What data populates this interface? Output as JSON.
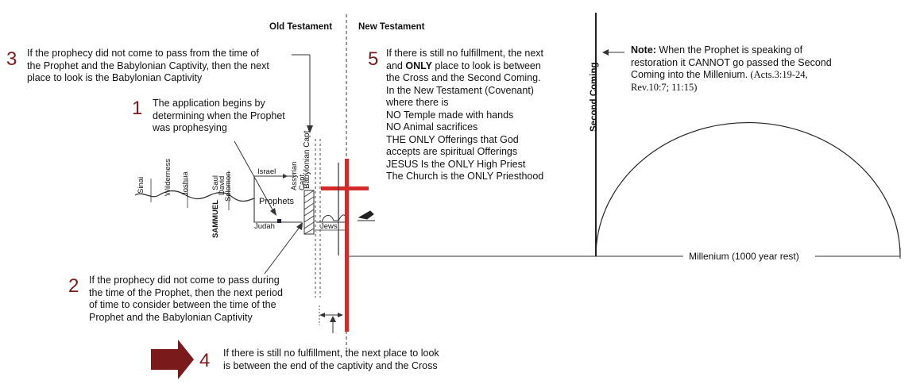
{
  "headers": {
    "old_testament": "Old Testament",
    "new_testament": "New Testament"
  },
  "steps": [
    {
      "number": "1",
      "text": "The application begins by\ndetermining when the Prophet\nwas prophesying"
    },
    {
      "number": "2",
      "text": "If the prophecy did not come to pass during\nthe time of the Prophet, then the next period\nof time to consider between the time of the\nProphet and the Babylonian Captivity"
    },
    {
      "number": "3",
      "text": "If the prophecy did not come to pass from the time of\nthe Prophet and the Babylonian Captivity, then the next\nplace to look is the Babylonian Captivity"
    },
    {
      "number": "4",
      "text": "If there is still no fulfillment, the next place to look\nis between the end of the captivity and the Cross"
    },
    {
      "number": "5",
      "lead": "If there is still no fulfillment, the next\nand ",
      "emph": "ONLY",
      "text": " place to look is between\nthe Cross and the Second Coming.\nIn the New Testament (Covenant)\nwhere there is\nNO Temple made with hands\nNO Animal sacrifices\nTHE ONLY Offerings that God\naccepts are spiritual Offerings\nJESUS Is the ONLY High Priest\nThe Church is the ONLY Priesthood"
    }
  ],
  "note": {
    "label": "Note:",
    "text": " When the Prophet is speaking of\nrestoration it CANNOT go passed the Second\nComing into the Millenium.",
    "refs": " (Acts.3:19-24,\nRev.10:7; 11:15)"
  },
  "second_coming": "Second Coming",
  "millenium": "Millenium (1000 year rest)",
  "timeline_labels": {
    "sinai": "Sinai",
    "wilderness": "Wilderness",
    "joshua": "Joshua",
    "saul": "Saul",
    "david": "David",
    "solomon": "Solomon",
    "sammuel": "SAMMUEL",
    "israel": "Israel",
    "assyrian_capt": "Assyrian Capt.",
    "prophets": "Prophets",
    "judah": "Judah",
    "babylonian_capt": "Babylonian Capt.",
    "jews": "Jews"
  },
  "colors": {
    "cross": "#d42a2a",
    "arrow": "#7a1a1a",
    "numbers": "#7a1a1a"
  }
}
